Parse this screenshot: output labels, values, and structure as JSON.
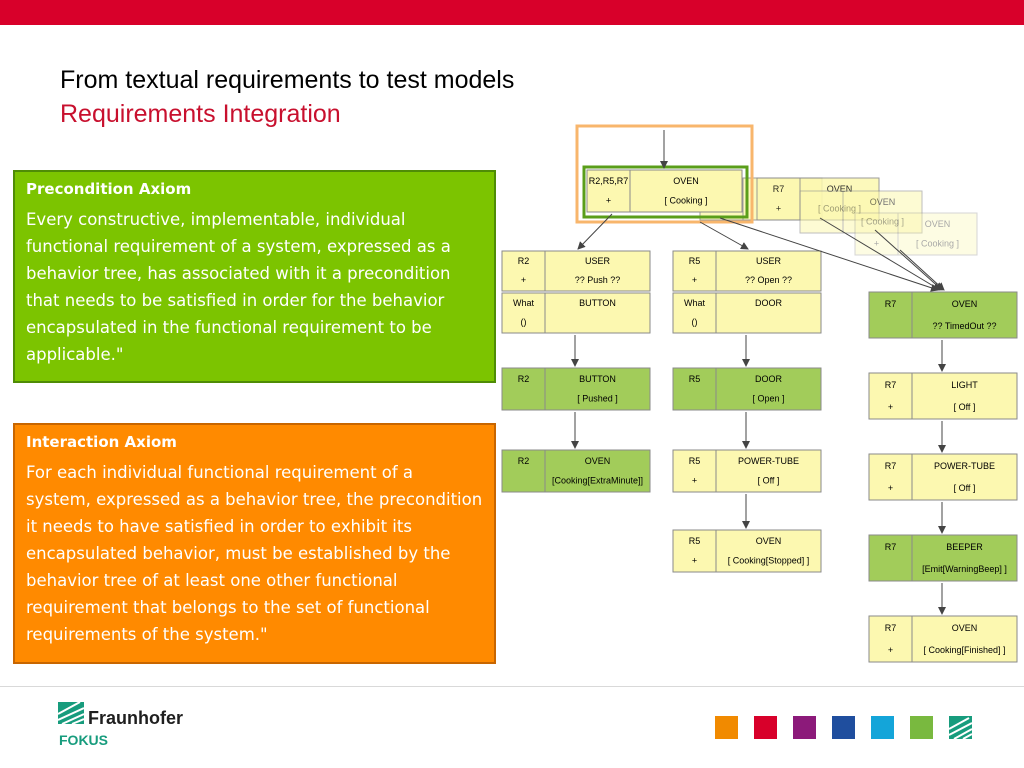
{
  "slide": {
    "title_line1": "From textual requirements to test models",
    "title_line2": "Requirements Integration"
  },
  "precondition": {
    "heading": "Precondition Axiom",
    "body": "Every constructive, implementable, individual functional requirement of a system, expressed as a behavior tree, has associated with it a precondition that needs to be satisfied in order for the behavior encapsulated in the functional requirement to be applicable.\""
  },
  "interaction": {
    "heading": "Interaction Axiom",
    "body": "For each individual functional requirement of a system, expressed as a behavior tree, the precondition it needs to have satisfied in order to exhibit its encapsulated behavior, must be established by the behavior tree of at least one other functional requirement that belongs to the set of functional requirements of the system.\""
  },
  "diagram": {
    "root": {
      "tag": "R2,R5,R7",
      "op": "+",
      "component": "OVEN",
      "state": "[   Cooking   ]"
    },
    "ghosts": [
      {
        "tag": "R2",
        "op": "",
        "component": "",
        "state": ""
      },
      {
        "tag": "R7",
        "op": "+",
        "component": "OVEN",
        "state": "[   Cooking   ]"
      },
      {
        "tag": "",
        "op": "",
        "component": "OVEN",
        "state": "[   Cooking   ]"
      },
      {
        "tag": "",
        "op": "+",
        "component": "OVEN",
        "state": "[   Cooking   ]"
      }
    ],
    "r2": [
      {
        "tag": "R2",
        "op": "+",
        "component": "USER",
        "state": "??  Push   ??"
      },
      {
        "tag": "What",
        "op": "()",
        "component": "BUTTON",
        "state": ""
      },
      {
        "tag": "R2",
        "op": "",
        "component": "BUTTON",
        "state": "[   Pushed   ]"
      },
      {
        "tag": "R2",
        "op": "",
        "component": "OVEN",
        "state": "[Cooking[ExtraMinute]]"
      }
    ],
    "r5": [
      {
        "tag": "R5",
        "op": "+",
        "component": "USER",
        "state": "??  Open   ??"
      },
      {
        "tag": "What",
        "op": "()",
        "component": "DOOR",
        "state": ""
      },
      {
        "tag": "R5",
        "op": "",
        "component": "DOOR",
        "state": "[   Open   ]"
      },
      {
        "tag": "R5",
        "op": "+",
        "component": "POWER-TUBE",
        "state": "[    Off    ]"
      },
      {
        "tag": "R5",
        "op": "+",
        "component": "OVEN",
        "state": "[ Cooking[Stopped]  ]"
      }
    ],
    "r7": [
      {
        "tag": "R7",
        "op": "",
        "component": "OVEN",
        "state": "??  TimedOut  ??"
      },
      {
        "tag": "R7",
        "op": "+",
        "component": "LIGHT",
        "state": "[    Off    ]"
      },
      {
        "tag": "R7",
        "op": "+",
        "component": "POWER-TUBE",
        "state": "[    Off    ]"
      },
      {
        "tag": "R7",
        "op": "",
        "component": "BEEPER",
        "state": "[Emit[WarningBeep] ]"
      },
      {
        "tag": "R7",
        "op": "+",
        "component": "OVEN",
        "state": "[ Cooking[Finished]  ]"
      }
    ]
  },
  "logo": {
    "name": "Fraunhofer",
    "sub": "FOKUS"
  },
  "colors": {
    "top_bar": "#d8002a",
    "green_panel": "#7cc400",
    "orange_panel": "#ff8a00",
    "node_fill": "#fcf8b0",
    "node_fill_new": "#a2cc5a",
    "highlight_orange": "#f8b66c",
    "highlight_green": "#5a9e1a",
    "footer_squares": [
      "#f18a00",
      "#d8002a",
      "#8c1a7a",
      "#1f4e9e",
      "#14a5d9",
      "#79b93f"
    ]
  }
}
